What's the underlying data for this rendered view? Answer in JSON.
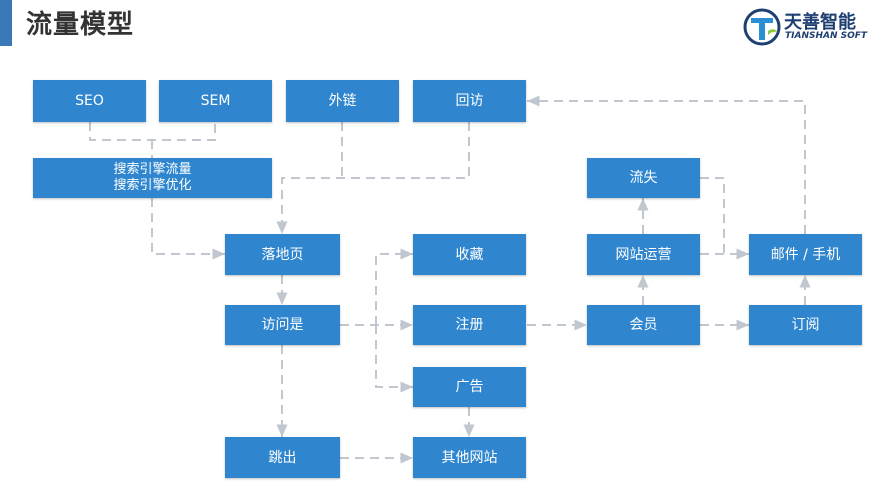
{
  "header": {
    "title": "流量模型",
    "accent_color": "#3a78b8"
  },
  "logo": {
    "name_cn": "天善智能",
    "name_en": "TIANSHAN SOFT",
    "icon": "tianshan-logo-icon"
  },
  "diagram": {
    "node_color": "#2f86cf",
    "connector_color": "#c0c7cf",
    "nodes": {
      "seo": "SEO",
      "sem": "SEM",
      "external_links": "外链",
      "revisit": "回访",
      "search_line1": "搜索引擎流量",
      "search_line2": "搜索引擎优化",
      "churn": "流失",
      "landing_page": "落地页",
      "favorites": "收藏",
      "site_operations": "网站运营",
      "email_phone": "邮件 / 手机",
      "visitor": "访问是",
      "register": "注册",
      "member": "会员",
      "subscribe": "订阅",
      "ads": "广告",
      "bounce": "跳出",
      "other_sites": "其他网站"
    }
  }
}
